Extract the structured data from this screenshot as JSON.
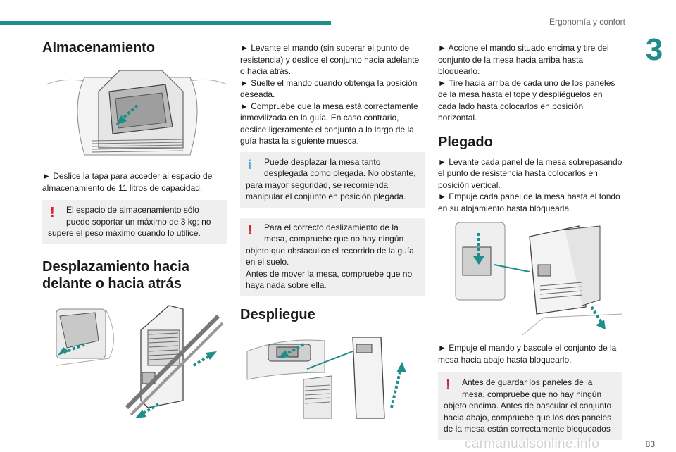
{
  "header": {
    "section_title": "Ergonomía y confort",
    "chapter_number": "3"
  },
  "col1": {
    "title_storage": "Almacenamiento",
    "storage_step": "► Deslice la tapa para acceder al espacio de almacenamiento de 11 litros de capacidad.",
    "storage_warning_first": "El espacio de almacenamiento sólo puede soportar un máximo de 3 kg; no",
    "storage_warning_rest": "supere el peso máximo cuando lo utilice.",
    "title_move": "Desplazamiento hacia delante o hacia atrás"
  },
  "col2": {
    "step1": "► Levante el mando (sin superar el punto de resistencia) y deslice el conjunto hacia adelante o hacia atrás.",
    "step2": "► Suelte el mando cuando obtenga la posición deseada.",
    "step3": "► Compruebe que la mesa está correctamente inmovilizada en la guía. En caso contrario, deslice ligeramente el conjunto a lo largo de la guía hasta la siguiente muesca.",
    "info_first": "Puede desplazar la mesa tanto desplegada como plegada. No obstante,",
    "info_rest": "para mayor seguridad, se recomienda manipular el conjunto en posición plegada.",
    "warn_first": "Para el correcto deslizamiento de la mesa, compruebe que no hay ningún",
    "warn_rest": "objeto que obstaculice el recorrido de la guía en el suelo.",
    "warn_extra": "Antes de mover la mesa, compruebe que no haya nada sobre ella.",
    "title_unfold": "Despliegue"
  },
  "col3": {
    "step1": "► Accione el mando situado encima y tire del conjunto de la mesa hacia arriba hasta bloquearlo.",
    "step2": "► Tire hacia arriba de cada uno de los paneles de la mesa hasta el tope y despliéguelos en cada lado hasta colocarlos en posición horizontal.",
    "title_fold": "Plegado",
    "fold1": "► Levante cada panel de la mesa sobrepasando el punto de resistencia hasta colocarlos en posición vertical.",
    "fold2": "► Empuje cada panel de la mesa hasta el fondo en su alojamiento hasta bloquearla.",
    "fold3": "► Empuje el mando y bascule el conjunto de la mesa hacia abajo hasta bloquearlo.",
    "warn_first": "Antes de guardar los paneles de la mesa, compruebe que no hay ningún",
    "warn_rest": "objeto encima. Antes de bascular el conjunto hacia abajo, compruebe que los dos paneles de la mesa están correctamente bloqueados"
  },
  "footer": {
    "page_number": "83",
    "watermark": "carmanualsonline.info"
  },
  "colors": {
    "accent": "#1f8e8a",
    "warning": "#d5232d",
    "info": "#3aa6d8",
    "note_bg": "#efefef"
  }
}
